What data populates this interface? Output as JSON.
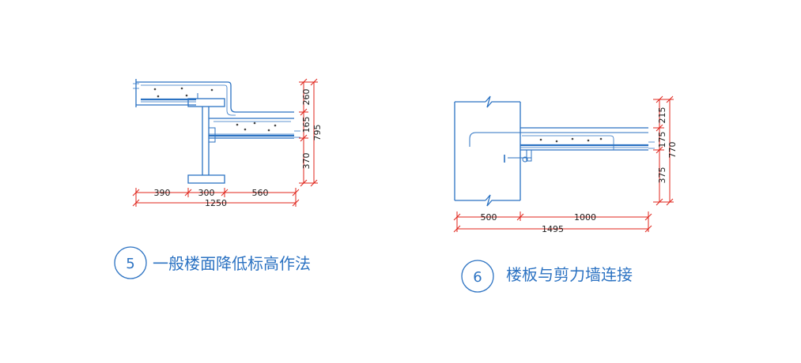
{
  "detail5": {
    "number": "5",
    "title": "一般楼面降低标高作法",
    "dims": {
      "h1": "390",
      "h2": "300",
      "h3": "560",
      "h_total": "1250",
      "v1": "260",
      "v2": "165",
      "v3": "370",
      "v_total": "795"
    }
  },
  "detail6": {
    "number": "6",
    "title": "楼板与剪力墙连接",
    "dims": {
      "h1": "500",
      "h2": "1000",
      "h_total": "1495",
      "v1": "215",
      "v2": "175",
      "v3": "375",
      "v_total": "770"
    }
  },
  "colors": {
    "structure": "#2b72c2",
    "dimension": "#e0241b",
    "rebar": "#444444"
  }
}
